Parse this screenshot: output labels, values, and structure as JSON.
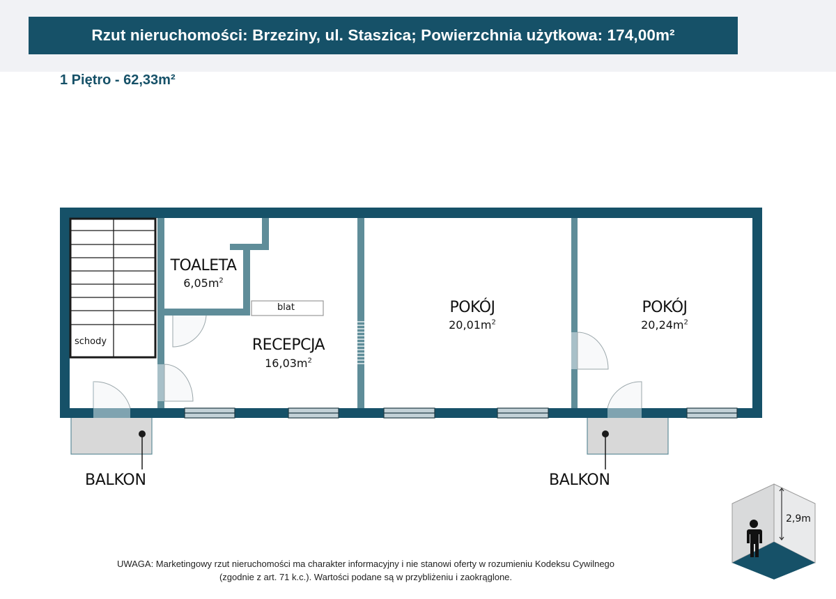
{
  "header": {
    "title": "Rzut nieruchomości: Brzeziny, ul. Staszica; Powierzchnia użytkowa: 174,00m²",
    "floor": "1 Piętro - 62,33m²"
  },
  "colors": {
    "title_bg": "#165168",
    "outer_wall": "#165168",
    "inner_wall": "#5f8d99",
    "window_fill": "#c3d1d7",
    "balcony_fill": "#d8d8d8",
    "floor_icon": "#165168"
  },
  "rooms": [
    {
      "name": "TOALETA",
      "area": "6,05m",
      "unit_sup": "2"
    },
    {
      "name": "RECEPCJA",
      "area": "16,03m",
      "unit_sup": "2"
    },
    {
      "name": "POKÓJ",
      "area": "20,01m",
      "unit_sup": "2"
    },
    {
      "name": "POKÓJ",
      "area": "20,24m",
      "unit_sup": "2"
    }
  ],
  "labels": {
    "stairs": "schody",
    "counter": "blat",
    "balcony_left": "BALKON",
    "balcony_right": "BALKON",
    "ceiling_height": "2,9m"
  },
  "disclaimer": {
    "line1": "UWAGA: Marketingowy rzut nieruchomości ma charakter informacyjny i nie stanowi oferty w rozumieniu Kodeksu Cywilnego",
    "line2": "(zgodnie z art. 71 k.c.). Wartości podane są w przybliżeniu i zaokrąglone."
  }
}
